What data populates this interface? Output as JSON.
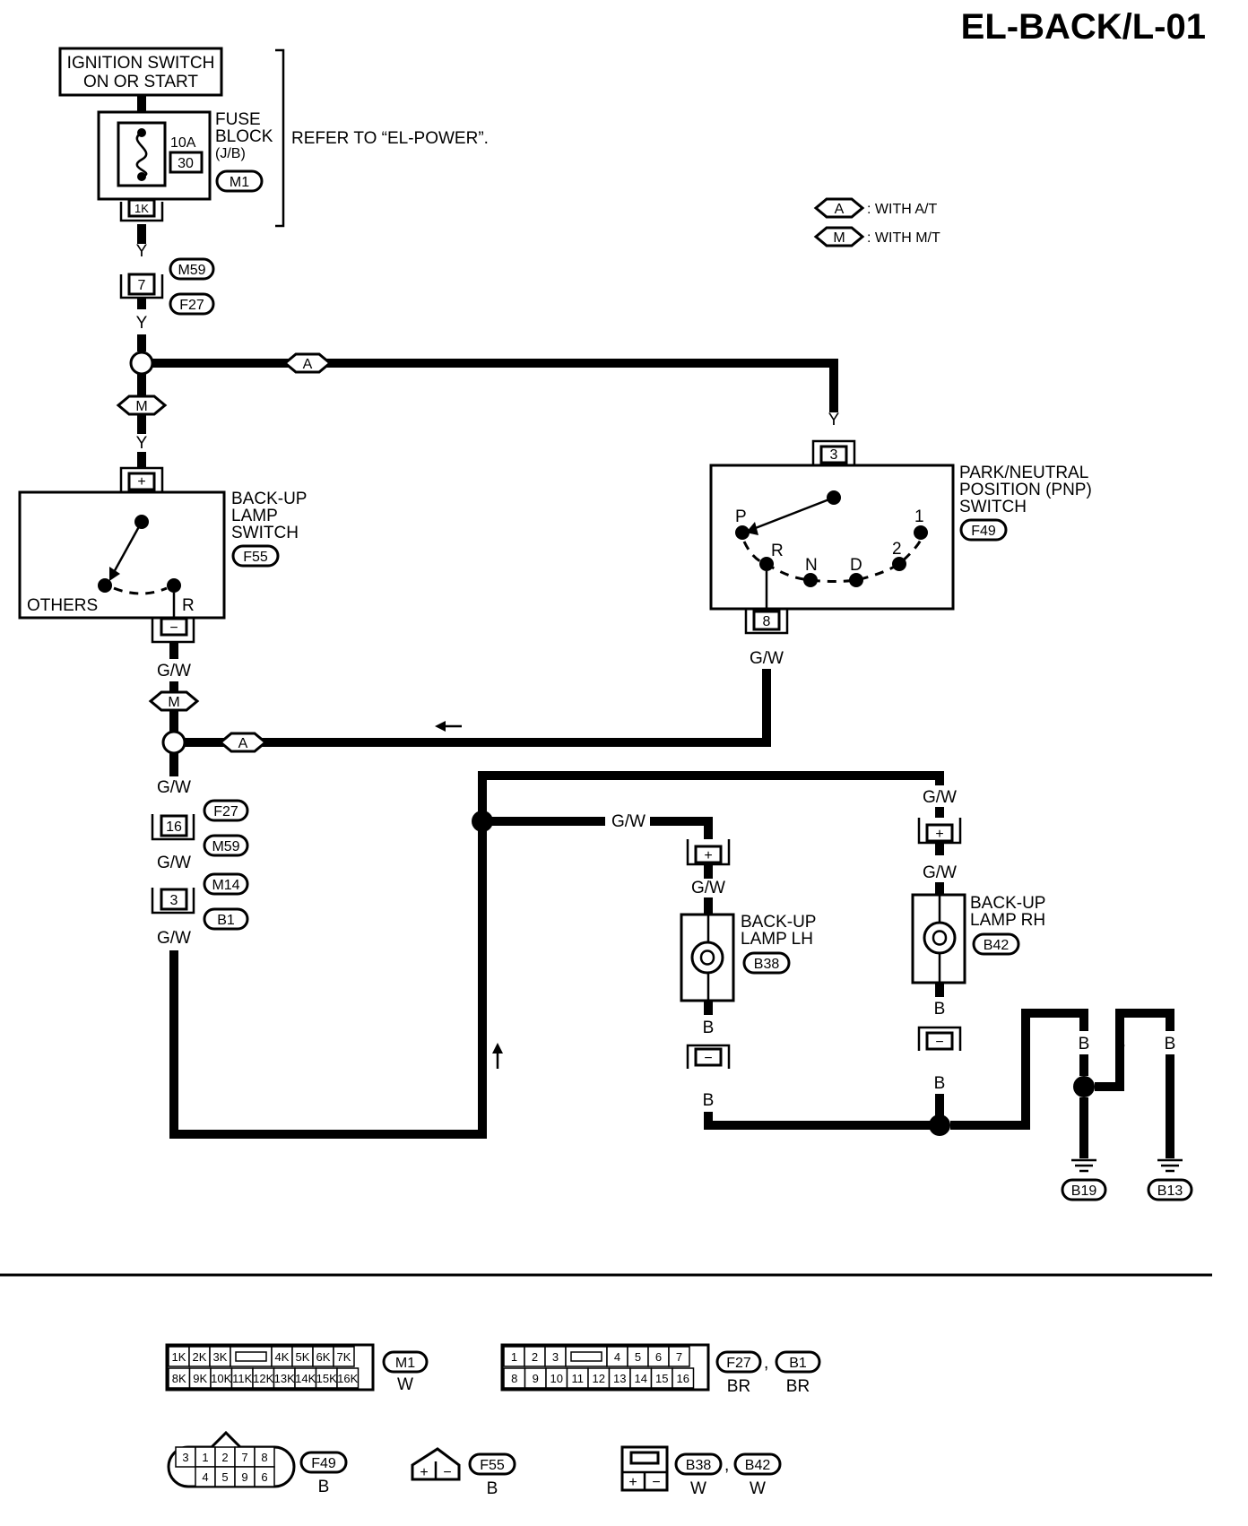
{
  "title": "EL-BACK/L-01",
  "ignition": {
    "line1": "IGNITION SWITCH",
    "line2": "ON OR START"
  },
  "fuse": {
    "amp": "10A",
    "num": "30",
    "label1": "FUSE",
    "label2": "BLOCK",
    "label3": "(J/B)",
    "conn": "M1",
    "term": "1K"
  },
  "refer_note": "REFER TO “EL-POWER”.",
  "legend": [
    {
      "code": "A",
      "text": ": WITH A/T"
    },
    {
      "code": "M",
      "text": ": WITH M/T"
    }
  ],
  "wires": {
    "Y": "Y",
    "GW": "G/W",
    "B": "B"
  },
  "connectors": {
    "M59": "M59",
    "F27": "F27",
    "M14": "M14",
    "B1": "B1",
    "F55": "F55",
    "F49": "F49",
    "B38": "B38",
    "B42": "B42",
    "B19": "B19",
    "B13": "B13",
    "M1": "M1"
  },
  "terms": {
    "t7": "7",
    "t3": "3",
    "t8": "8",
    "t16": "16",
    "t3b": "3",
    "plus": "+",
    "minus": "−"
  },
  "tags": {
    "A": "A",
    "M": "M"
  },
  "backup_switch": {
    "line1": "BACK-UP",
    "line2": "LAMP",
    "line3": "SWITCH",
    "others": "OTHERS",
    "r": "R"
  },
  "pnp_switch": {
    "line1": "PARK/NEUTRAL",
    "line2": "POSITION (PNP)",
    "line3": "SWITCH",
    "P": "P",
    "R": "R",
    "N": "N",
    "D": "D",
    "two": "2",
    "one": "1"
  },
  "lamp_lh": {
    "line1": "BACK-UP",
    "line2": "LAMP LH"
  },
  "lamp_rh": {
    "line1": "BACK-UP",
    "line2": "LAMP RH"
  },
  "bottom": {
    "m1_row1": [
      "1K",
      "2K",
      "3K",
      "",
      "4K",
      "5K",
      "6K",
      "7K"
    ],
    "m1_row2": [
      "8K",
      "9K",
      "10K",
      "11K",
      "12K",
      "13K",
      "14K",
      "15K",
      "16K"
    ],
    "m1_color": "W",
    "f27_row1": [
      "1",
      "2",
      "3",
      "",
      "4",
      "5",
      "6",
      "7"
    ],
    "f27_row2": [
      "8",
      "9",
      "10",
      "11",
      "12",
      "13",
      "14",
      "15",
      "16"
    ],
    "f27_color": "BR",
    "b1_color": "BR",
    "f49_row1": [
      "3",
      "1",
      "2",
      "7",
      "8"
    ],
    "f49_row2": [
      "4",
      "5",
      "9",
      "6"
    ],
    "f49_color": "B",
    "f55_color": "B",
    "b38_color": "W",
    "b42_color": "W",
    "comma": ","
  }
}
